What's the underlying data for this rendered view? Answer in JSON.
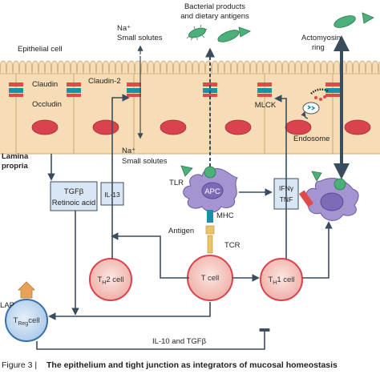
{
  "labels": {
    "bacterial_products": "Bacterial products",
    "dietary_antigens": "and dietary antigens",
    "epithelial_cell": "Epithelial cell",
    "na_top": "Na⁺",
    "small_solutes_top": "Small solutes",
    "actomyosin": "Actomyosin",
    "ring": "ring",
    "claudin": "Claudin",
    "claudin2": "Claudin-2",
    "occludin": "Occludin",
    "mlck": "MLCK",
    "endosome": "Endosome",
    "lamina": "Lamina",
    "propria": "propria",
    "na_bottom": "Na⁺",
    "small_solutes_bottom": "Small solutes",
    "tlr": "TLR",
    "apc": "APC",
    "mhc": "MHC",
    "antigen": "Antigen",
    "tcr": "TCR",
    "lap": "LAP",
    "il10_tgfb": "IL-10 and TGFβ"
  },
  "boxes": {
    "tgfb_line1": "TGFβ",
    "tgfb_line2": "Retinoic acid",
    "il13": "IL-13",
    "ifng": "IFNγ",
    "tnf": "TNF"
  },
  "cells": {
    "th2_main": "T",
    "th2_sub": "H",
    "th2_rest": "2 cell",
    "tcell": "T cell",
    "th1_main": "T",
    "th1_sub": "H",
    "th1_rest": "1 cell",
    "treg_main": "T",
    "treg_sub": "Reg",
    "treg_rest": "cell"
  },
  "caption": {
    "figure": "Figure 3 |",
    "title": "The epithelium and tight junction as integrators of mucosal homeostasis"
  },
  "colors": {
    "epithelium": "#f6ddb6",
    "nucleus": "#d9434e",
    "tcell_fill": "#f3c7c0",
    "tcell_ring": "#d9434e",
    "apc": "#a495d0",
    "treg": "#bcd6ee",
    "box_fill": "#d9e6f3",
    "bacteria": "#4bb07a",
    "arrow": "#3a4d5c"
  }
}
